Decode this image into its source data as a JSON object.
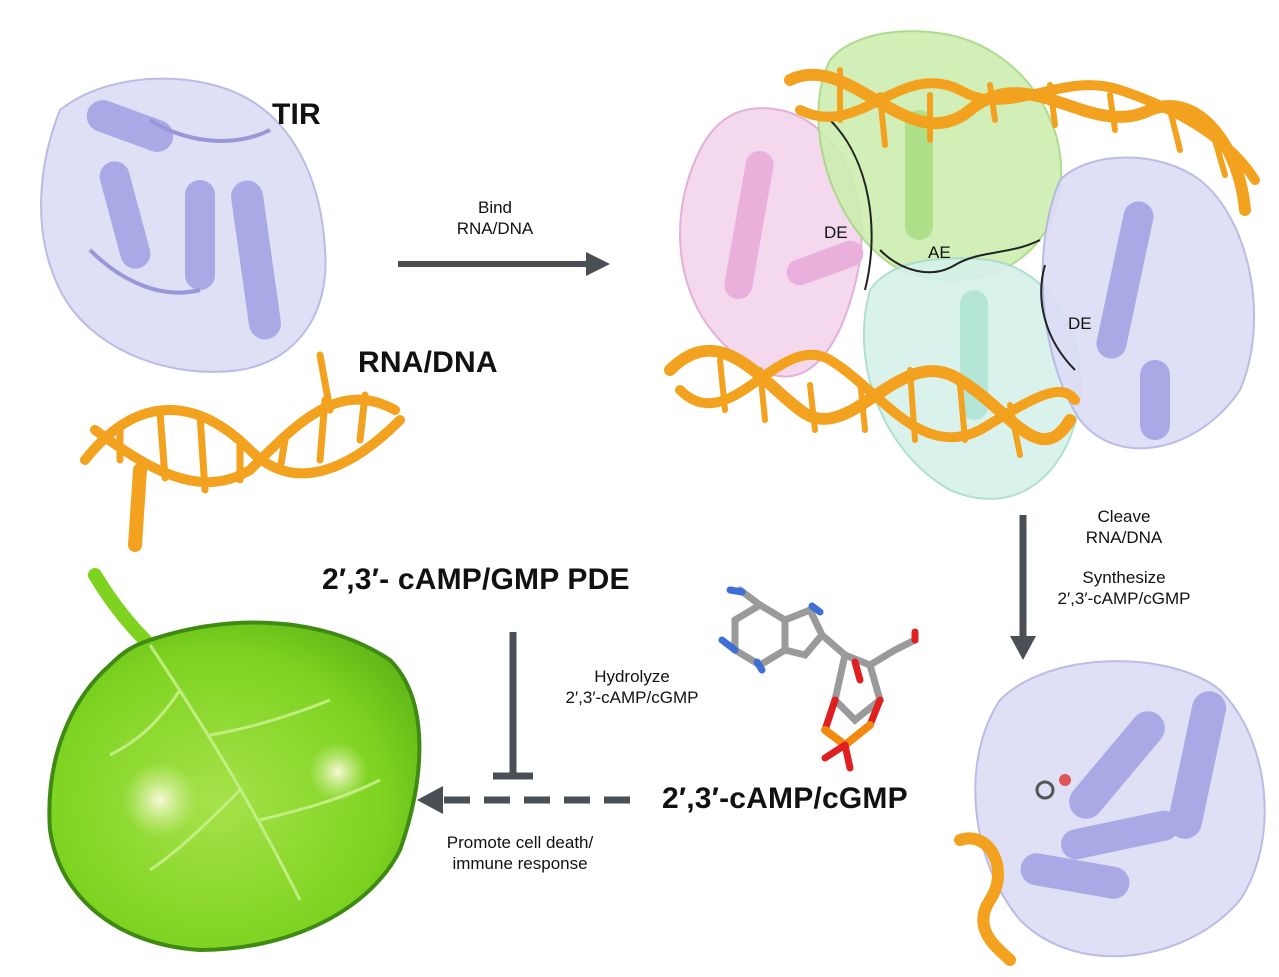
{
  "labels": {
    "tir": "TIR",
    "rna_dna": "RNA/DNA",
    "bind_line1": "Bind",
    "bind_line2": "RNA/DNA",
    "de_left": "DE",
    "ae": "AE",
    "de_right": "DE",
    "cleave_line1": "Cleave",
    "cleave_line2": "RNA/DNA",
    "synth_line1": "Synthesize",
    "synth_line2": "2′,3′-cAMP/cGMP",
    "pde": "2′,3′- cAMP/GMP PDE",
    "hydrolyze_line1": "Hydrolyze",
    "hydrolyze_line2": "2′,3′-cAMP/cGMP",
    "product": "2′,3′-cAMP/cGMP",
    "promote_line1": "Promote cell death/",
    "promote_line2": "immune response"
  },
  "colors": {
    "arrow": "#4a4f55",
    "dna": "#f2a21e",
    "protein_blue": "#b8b8ee",
    "protein_pink": "#f0c4e6",
    "protein_green": "#c6eba8",
    "protein_teal": "#c9ece4",
    "leaf": "#7ed321",
    "leaf_dark": "#3e8a12"
  },
  "icons": {
    "tir_structure": "protein-structure-icon",
    "dna_helix": "dna-helix-icon",
    "complex": "protein-dna-complex-icon",
    "molecule": "cyclic-nucleotide-molecule-icon",
    "leaf": "leaf-icon"
  }
}
